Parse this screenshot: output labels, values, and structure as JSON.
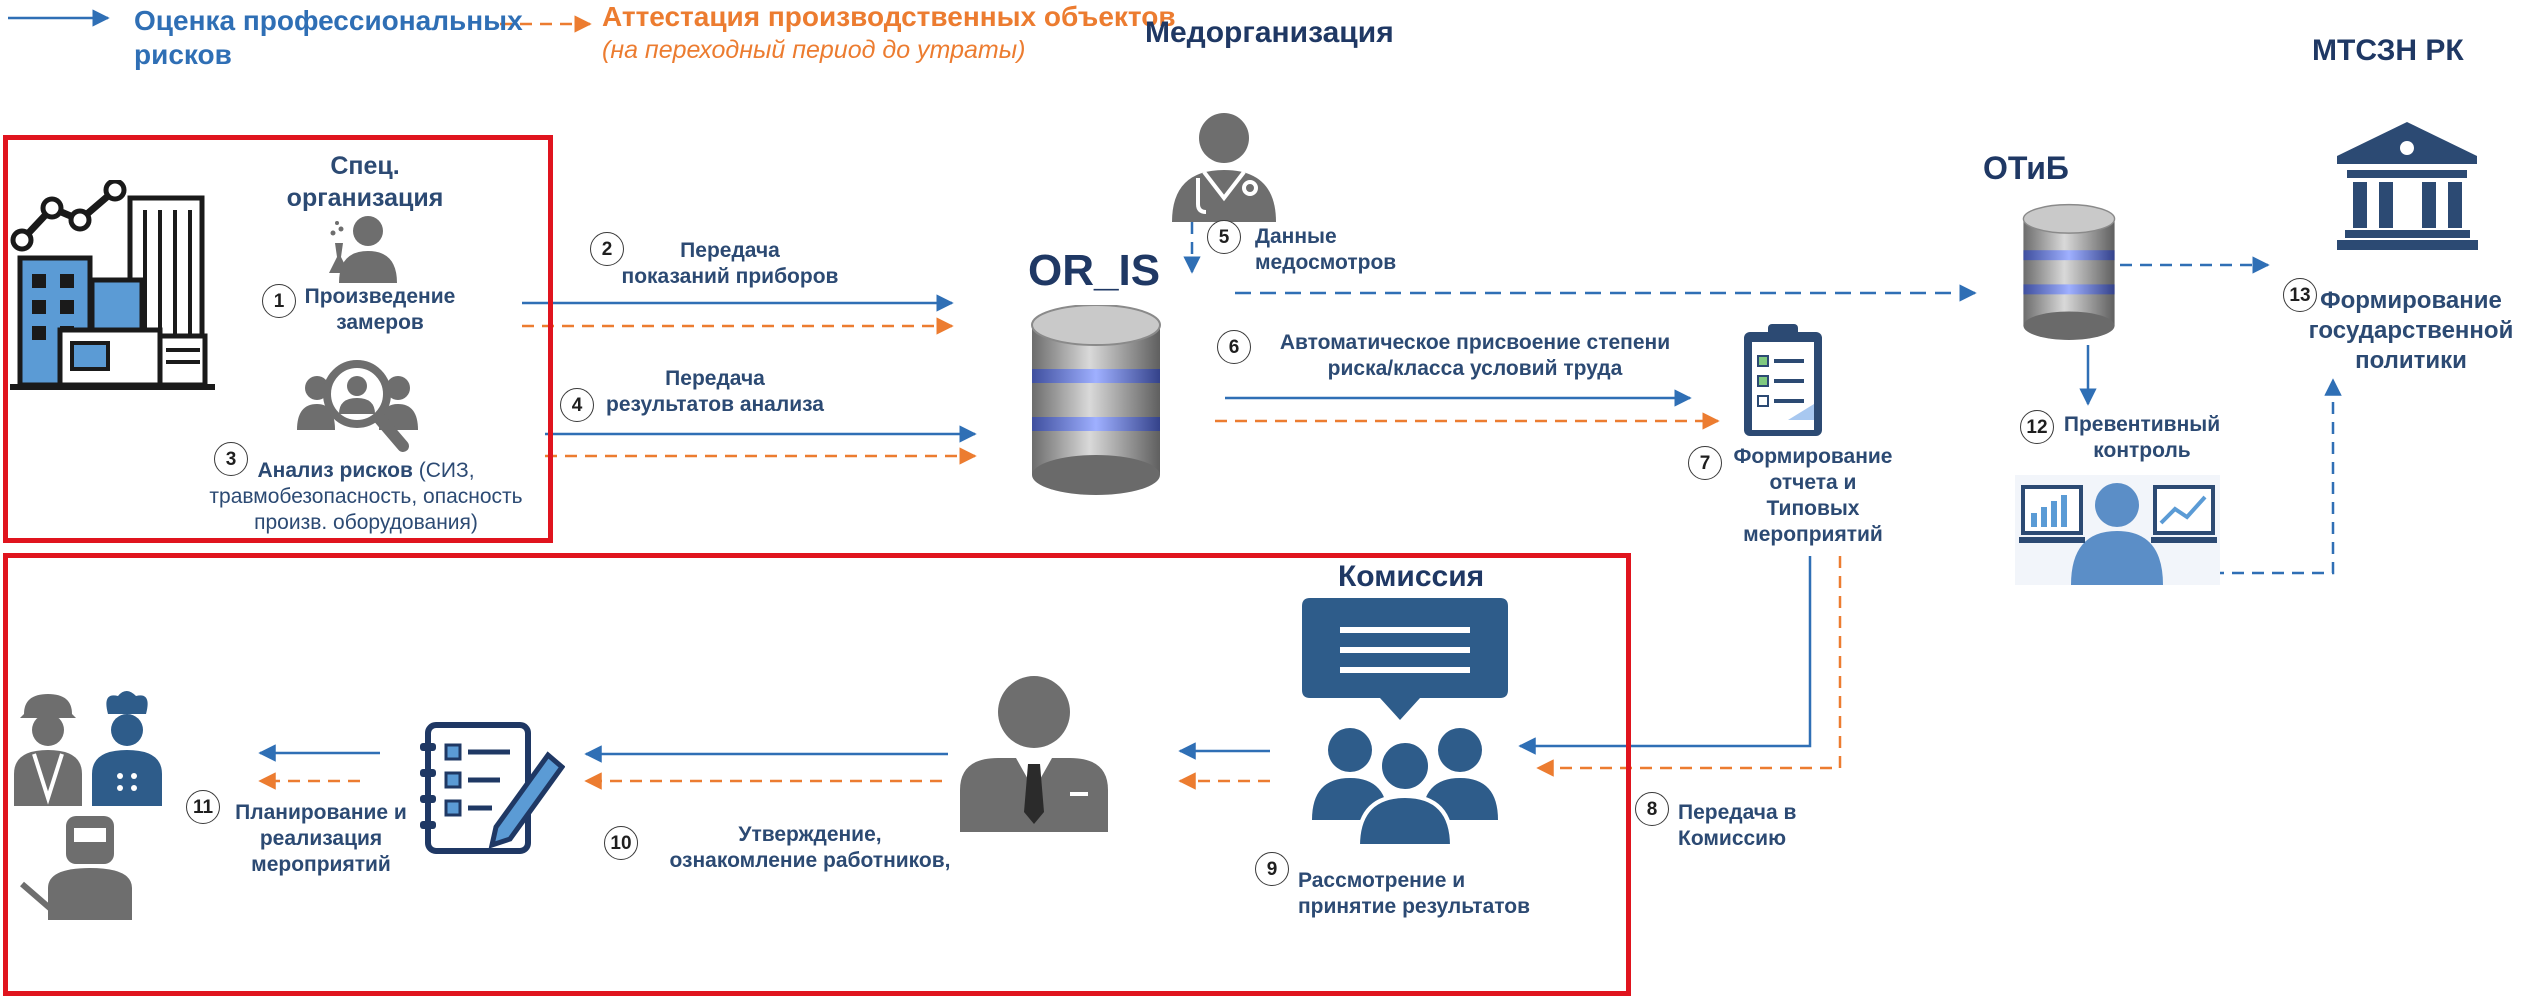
{
  "legend": {
    "blue_line1": "Оценка профессиональных",
    "blue_line2": "рисков",
    "orange_line1": "Аттестация производственных объектов",
    "orange_line2": "(на переходный период до утраты)"
  },
  "nodes": {
    "med_title": "Медорганизация",
    "mtszn_title": "МТСЗН РК",
    "spec_line1": "Спец.",
    "spec_line2": "организация",
    "or_is_title": "OR_IS",
    "otib_title": "ОТиБ",
    "commission_title": "Комиссия"
  },
  "steps": [
    {
      "n": "1",
      "line1": "Произведение",
      "line2": "замеров"
    },
    {
      "n": "2",
      "line1": "Передача",
      "line2": "показаний приборов"
    },
    {
      "n": "3",
      "line1": "Анализ рисков",
      "line1_rest": " (СИЗ,",
      "line2": "травмобезопасность, опасность",
      "line3": "произв. оборудования)"
    },
    {
      "n": "4",
      "line1": "Передача",
      "line2": "результатов анализа"
    },
    {
      "n": "5",
      "line1": "Данные",
      "line2": "медосмотров"
    },
    {
      "n": "6",
      "line1": "Автоматическое присвоение степени",
      "line2": "риска/класса условий труда"
    },
    {
      "n": "7",
      "line1": "Формирование",
      "line2": "отчета и",
      "line3": "Типовых",
      "line4": "мероприятий"
    },
    {
      "n": "8",
      "line1": "Передача в",
      "line2": "Комиссию"
    },
    {
      "n": "9",
      "line1": "Рассмотрение и",
      "line2": "принятие результатов"
    },
    {
      "n": "10",
      "line1": "Утверждение,",
      "line2": "ознакомление работников,"
    },
    {
      "n": "11",
      "line1": "Планирование и",
      "line2": "реализация",
      "line3": "мероприятий"
    },
    {
      "n": "12",
      "line1": "Превентивный",
      "line2": "контроль"
    },
    {
      "n": "13",
      "line1": "Формирование",
      "line2": "государственной",
      "line3": "политики"
    }
  ],
  "colors": {
    "blue": "#2f6fb5",
    "orange": "#ec7c30",
    "red_frame": "#e0141e",
    "navy": "#1f3864",
    "icon_dark": "#2c4a73"
  }
}
